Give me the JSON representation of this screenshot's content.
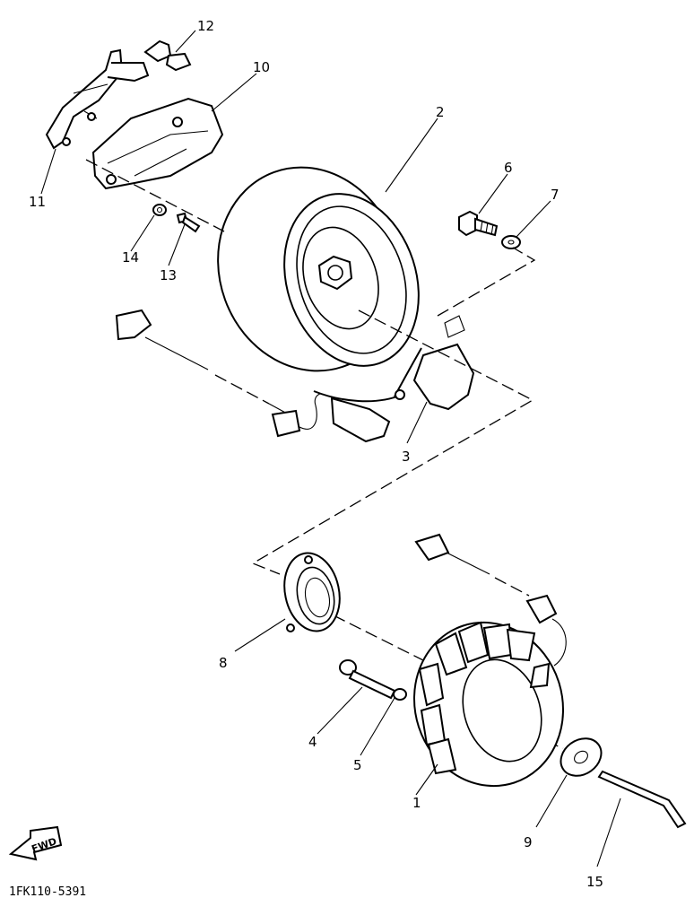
{
  "callouts": [
    "12",
    "10",
    "2",
    "6",
    "7",
    "11",
    "14",
    "13",
    "3",
    "8",
    "4",
    "5",
    "1",
    "9",
    "15"
  ],
  "fwd_label": "FWD",
  "diagram_code": "1FK110-5391"
}
